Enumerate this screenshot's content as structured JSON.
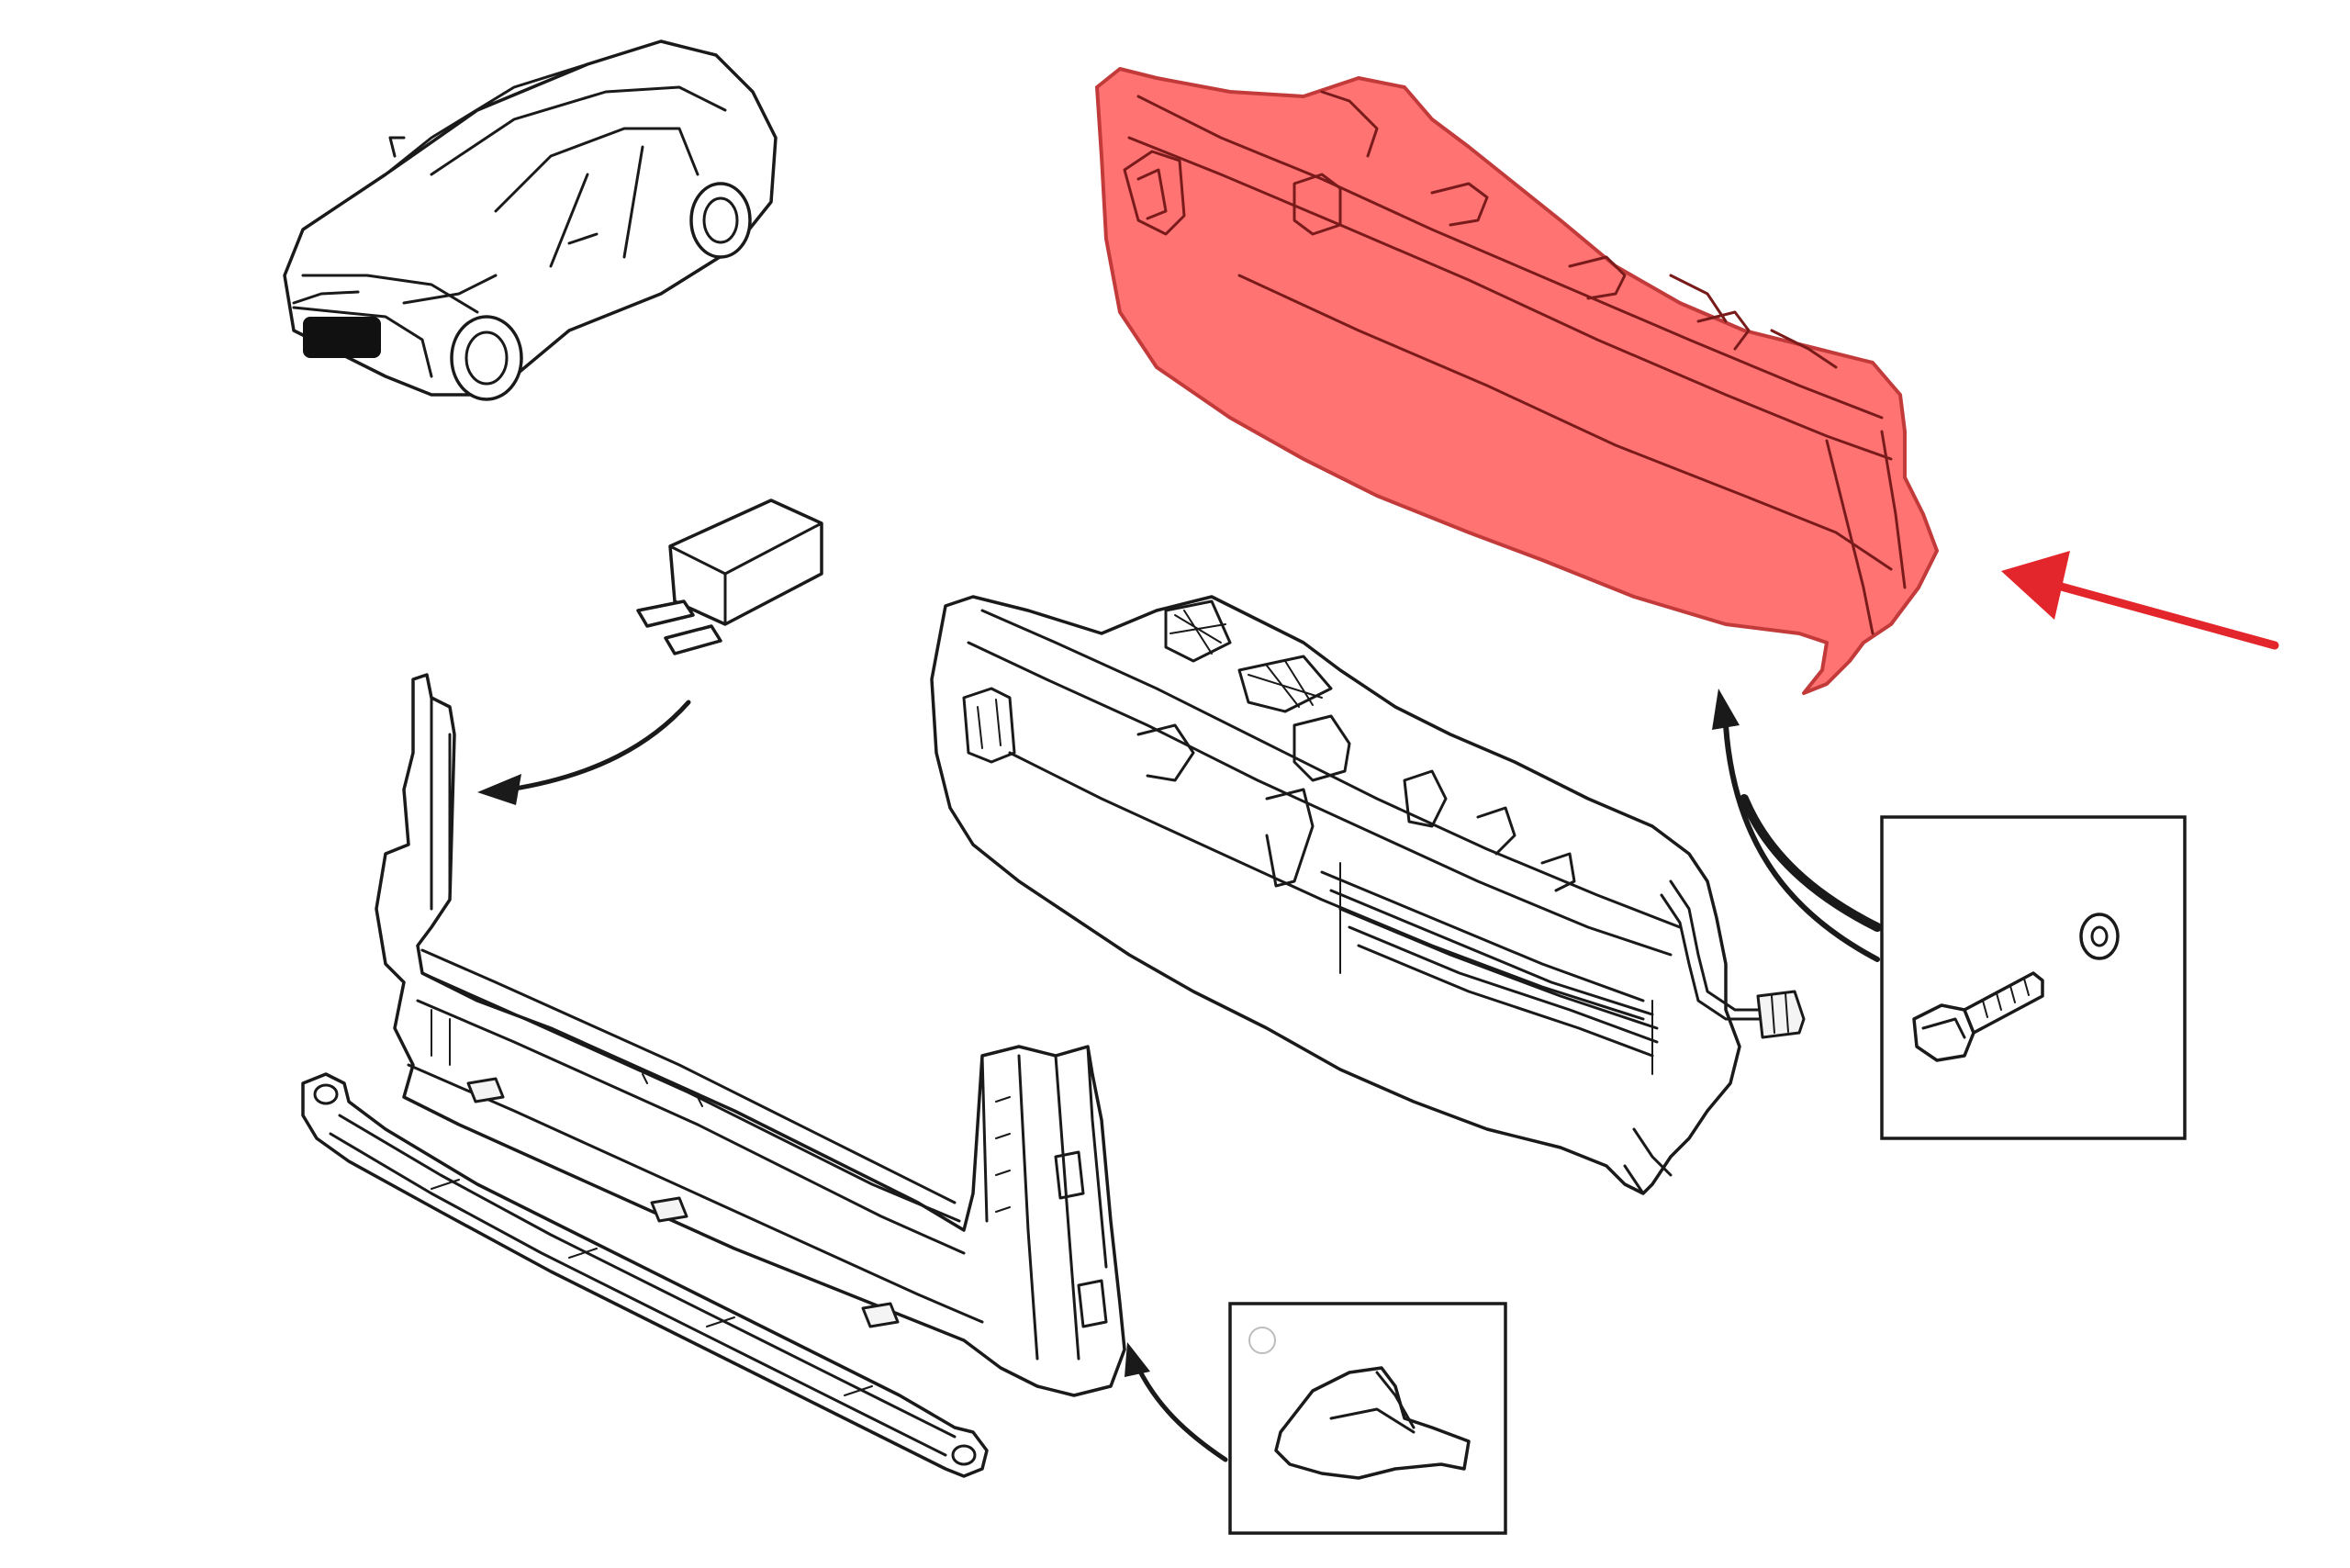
{
  "diagram": {
    "highlight_color": "#ff7373",
    "highlight_outline": "#c23a3a",
    "pointer_color": "#e3262b",
    "line_color": "#1a1a1a",
    "components": [
      {
        "id": "vehicle",
        "label": ""
      },
      {
        "id": "highlighted-air-guide-panel",
        "label": ""
      },
      {
        "id": "grille-shutter-assembly",
        "label": ""
      },
      {
        "id": "lower-support-frame",
        "label": ""
      },
      {
        "id": "lower-trim-strip",
        "label": ""
      },
      {
        "id": "connector-block",
        "label": ""
      },
      {
        "id": "fastener-detail-box",
        "label": ""
      },
      {
        "id": "clip-detail-box",
        "label": ""
      }
    ]
  }
}
